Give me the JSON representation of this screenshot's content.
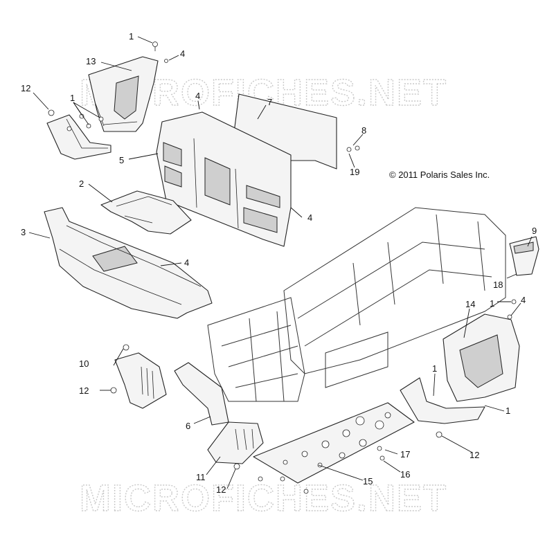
{
  "copyright": "© 2011 Polaris Sales Inc.",
  "watermark": "MICROFICHES.NET",
  "callouts": {
    "c1a": "1",
    "c4a": "4",
    "c13": "13",
    "c12a": "12",
    "c1b": "1",
    "c4b": "4",
    "c7": "7",
    "c5": "5",
    "c8": "8",
    "c19": "19",
    "c2": "2",
    "c3": "3",
    "c4c": "4",
    "c4d": "4",
    "c9": "9",
    "c18": "18",
    "c14": "14",
    "c1c": "1",
    "c4e": "4",
    "c10": "10",
    "c12b": "12",
    "c6": "6",
    "c1d": "1",
    "c1e": "1",
    "c12c": "12",
    "c17": "17",
    "c16": "16",
    "c11": "11",
    "c15": "15",
    "c12d": "12"
  }
}
